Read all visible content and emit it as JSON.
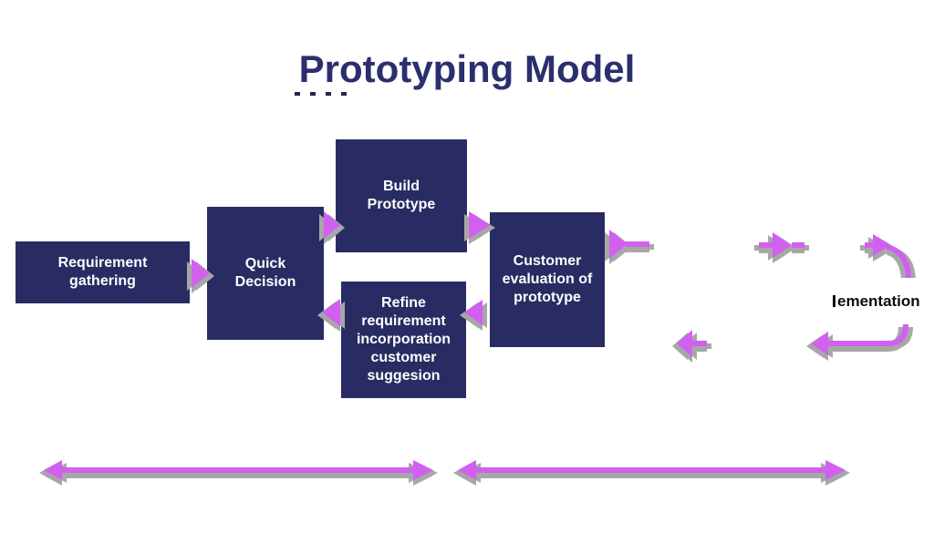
{
  "title": "Prototyping Model",
  "boxes": [
    {
      "id": "requirement-gathering",
      "label": "Requirement\ngathering"
    },
    {
      "id": "quick-decision",
      "label": "Quick\nDecision"
    },
    {
      "id": "build-prototype",
      "label": "Build\nPrototype"
    },
    {
      "id": "refine-requirement",
      "label": "Refine\nrequirement\nincorporation\ncustomer\nsuggesion"
    },
    {
      "id": "customer-evaluation",
      "label": "Customer\nevaluation of\nprototype"
    }
  ],
  "floating_label": "ementation",
  "arrows": [
    {
      "name": "requirement-to-quick-decision",
      "direction": "right"
    },
    {
      "name": "quick-decision-to-build-prototype",
      "direction": "right"
    },
    {
      "name": "refine-requirement-to-quick-decision",
      "direction": "left"
    },
    {
      "name": "build-prototype-to-customer-evaluation",
      "direction": "right"
    },
    {
      "name": "customer-evaluation-to-refine-requirement",
      "direction": "left"
    },
    {
      "name": "customer-evaluation-output",
      "direction": "right"
    },
    {
      "name": "floating-mid-right",
      "direction": "right"
    },
    {
      "name": "curve-into-implementation",
      "direction": "right-then-down"
    },
    {
      "name": "curve-out-of-implementation",
      "direction": "down-then-left"
    },
    {
      "name": "floating-low-left",
      "direction": "left"
    },
    {
      "name": "bottom-span-left",
      "direction": "double"
    },
    {
      "name": "bottom-span-right",
      "direction": "double"
    }
  ],
  "colors": {
    "background": "#ffffff",
    "title": "#2b2f6e",
    "box_fill": "#292c62",
    "box_text": "#ffffff",
    "arrow": "#d160f0",
    "arrow_shadow": "#a7a7a7",
    "floating_label_bg": "#ffffff",
    "floating_label_text": "#0d0d0d"
  }
}
